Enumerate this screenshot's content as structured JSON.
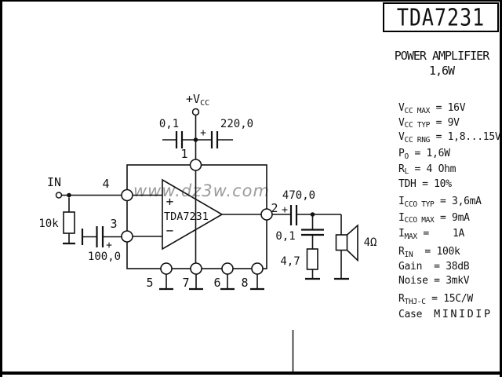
{
  "title_block": {
    "part_number": "TDA7231",
    "subtitle_line1": "POWER AMPLIFIER",
    "subtitle_line2": "1,6W"
  },
  "watermark": "www.dz3w.com",
  "specs": {
    "groups": [
      {
        "lines": [
          [
            [
              "V"
            ],
            [
              "CC MAX",
              "s"
            ],
            [
              " = 16V"
            ]
          ],
          [
            [
              "V"
            ],
            [
              "CC TYP",
              "s"
            ],
            [
              " = 9V"
            ]
          ],
          [
            [
              "V"
            ],
            [
              "CC RNG",
              "s"
            ],
            [
              " = 1,8...15V"
            ]
          ]
        ]
      },
      {
        "lines": [
          [
            [
              "P"
            ],
            [
              "O",
              "s"
            ],
            [
              " = 1,6W"
            ]
          ],
          [
            [
              "R"
            ],
            [
              "L",
              "s"
            ],
            [
              " = 4 Ohm"
            ]
          ],
          [
            [
              "TDH = 10%"
            ]
          ]
        ]
      },
      {
        "lines": [
          [
            [
              "I"
            ],
            [
              "CCO TYP",
              "s"
            ],
            [
              " = 3,6mA"
            ]
          ],
          [
            [
              "I"
            ],
            [
              "CCO MAX",
              "s"
            ],
            [
              " = 9mA"
            ]
          ],
          [
            [
              "I"
            ],
            [
              "MAX",
              "s"
            ],
            [
              " =    1A"
            ]
          ]
        ]
      },
      {
        "lines": [
          [
            [
              "R"
            ],
            [
              "IN",
              "s"
            ],
            [
              "  = 100k"
            ]
          ],
          [
            [
              "Gain  = 38dB"
            ]
          ],
          [
            [
              "Noise = 3mkV"
            ]
          ]
        ]
      },
      {
        "lines": [
          [
            [
              "R"
            ],
            [
              "THJ-C",
              "s"
            ],
            [
              " = 15C/W"
            ]
          ],
          [
            [
              "Case  "
            ],
            [
              "MINIDIP",
              "w"
            ]
          ]
        ]
      }
    ]
  },
  "schematic": {
    "power_label_main": "+V",
    "power_label_sub": "CC",
    "input_label": "IN",
    "ic_label": "TDA7231",
    "opamp_plus": "+",
    "opamp_minus": "−",
    "pins": {
      "p1": "1",
      "p2": "2",
      "p3": "3",
      "p4": "4",
      "p5": "5",
      "p6": "6",
      "p7": "7",
      "p8": "8"
    },
    "components": {
      "r_input": "10k",
      "c_feedback": "100,0",
      "c_feedback_polarity": "+",
      "c_vcc_small": "0,1",
      "c_vcc_large": "220,0",
      "c_vcc_large_polarity": "+",
      "c_output": "470,0",
      "c_output_polarity": "+",
      "c_snubber": "0,1",
      "r_snubber": "4,7",
      "speaker_impedance": "4Ω"
    }
  }
}
